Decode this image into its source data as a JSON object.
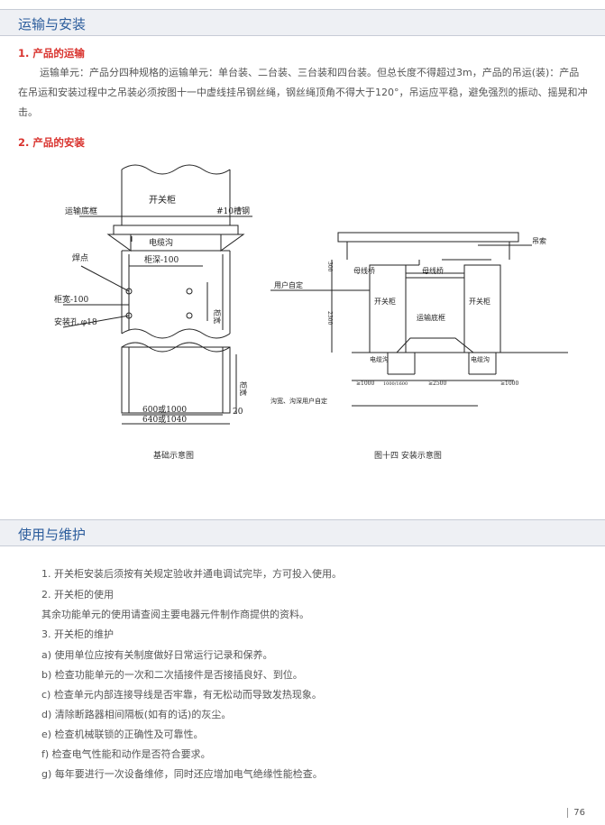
{
  "section1": {
    "title": "运输与安装",
    "sub1": "1. 产品的运输",
    "para1": "运输单元：产品分四种规格的运输单元：单台装、二台装、三台装和四台装。但总长度不得超过3m，产品的吊运(装)：产品在吊运和安装过程中之吊装必须按图十一中虚线挂吊钢丝绳，钢丝绳顶角不得大于120°，吊运应平稳，避免强烈的振动、摇晃和冲击。",
    "sub2": "2. 产品的安装"
  },
  "fig1": {
    "cabinet": "开关柜",
    "base": "运输底框",
    "steel": "#10槽钢",
    "trench": "电缆沟",
    "weld": "焊点",
    "depth": "柜深-100",
    "width": "柜宽-100",
    "hole": "安装孔 φ18",
    "side_a": "柜宽",
    "side_b": "柜宽",
    "dim1": "600或1000",
    "dim2": "640或1040",
    "dim3": "20",
    "caption": "基础示意图"
  },
  "fig2": {
    "crane": "吊索",
    "user1": "用户自定",
    "busbridge_l": "母线桥",
    "busbridge_r": "母线桥",
    "cab_l": "开关柜",
    "cab_r": "开关柜",
    "base": "运输底框",
    "trench_l": "电缆沟",
    "trench_r": "电缆沟",
    "h1": "300",
    "h2": "2300",
    "w1": "≥1000",
    "w2": "1000/1600",
    "w3": "≥2500",
    "w4": "≥1000",
    "user2": "沟宽、沟深用户自定",
    "caption": "图十四 安装示意图"
  },
  "section2": {
    "title": "使用与维护",
    "items": [
      "1. 开关柜安装后须按有关规定验收并通电调试完毕，方可投入使用。",
      "2. 开关柜的使用",
      "其余功能单元的使用请查阅主要电器元件制作商提供的资料。",
      "3. 开关柜的维护",
      "a) 使用单位应按有关制度做好日常运行记录和保养。",
      "b) 检查功能单元的一次和二次插接件是否接插良好、到位。",
      "c) 检查单元内部连接导线是否牢靠，有无松动而导致发热现象。",
      "d) 清除断路器相间隔板(如有的话)的灰尘。",
      "e) 检查机械联锁的正确性及可靠性。",
      "f) 检查电气性能和动作是否符合要求。",
      "g) 每年要进行一次设备维修，同时还应增加电气绝缘性能检查。"
    ]
  },
  "page": "76"
}
